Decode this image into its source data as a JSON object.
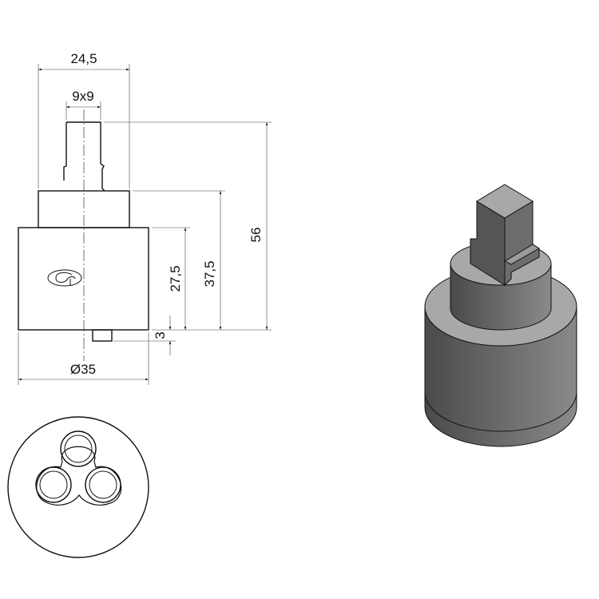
{
  "title": "Cartridge technical drawing",
  "dimensions": {
    "top_width": "24,5",
    "stem_square": "9x9",
    "total_height": "56",
    "upper_height": "37,5",
    "body_height": "27,5",
    "nub_height": "3",
    "diameter": "Ø35"
  },
  "colors": {
    "line": "#111111",
    "shade_dark": "#4a4a4a",
    "shade_light": "#a8a8a8"
  }
}
